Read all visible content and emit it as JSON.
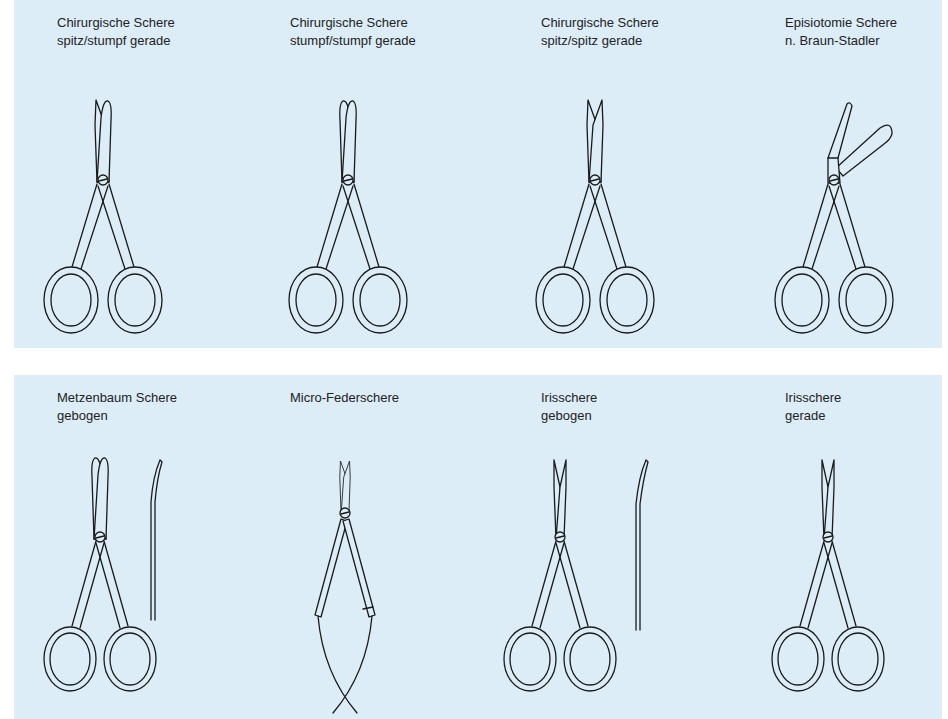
{
  "diagram": {
    "nodes": [
      {
        "text": [
          "Chirurgische Schere spitz/stumpf gerade",
          "Chirurgische Schere stumpf/stumpf gerade",
          "Chirurgische Schere spitz/spitz gerade",
          "Episiotomie Schere n. Braun-Stadler"
        ]
      },
      {
        "text": [
          "Metzenbaum Schere gebogen",
          "Micro-Federschere",
          "Irisschere gebogen",
          "Irisschere gerade"
        ]
      }
    ]
  }
}
